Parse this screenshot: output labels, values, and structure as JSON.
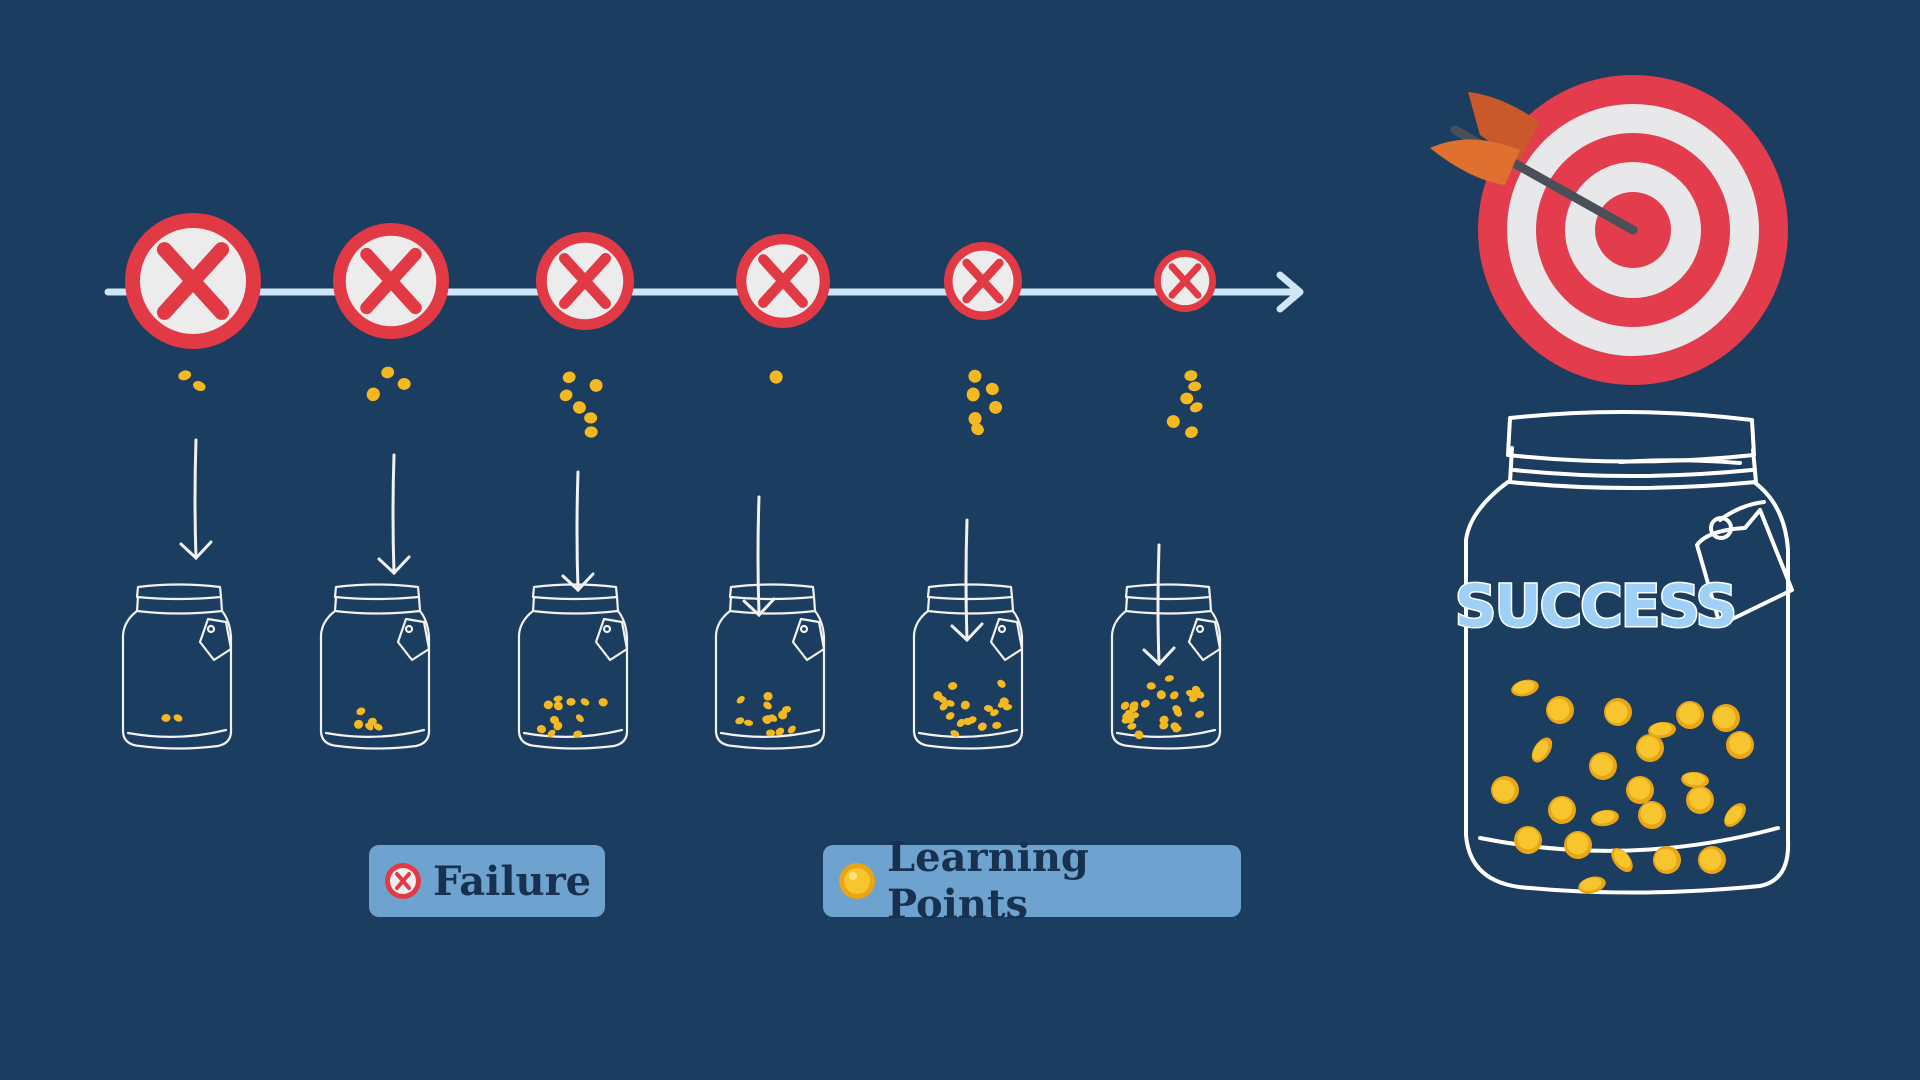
{
  "legend": {
    "failure_label": "Failure",
    "learning_label": "Learning Points"
  },
  "success_label": "SUCCESS",
  "failure_icon": "x-mark-icon",
  "learning_icon": "coin-icon",
  "colors": {
    "background": "#1b3d5f",
    "failure_red": "#e23a45",
    "coin_gold": "#f5b820",
    "timeline": "#cfe6f7",
    "legend_bg": "#6ea2cf",
    "target_red": "#e33c4d",
    "arrow_fletch": "#d4662c"
  },
  "stages": [
    {
      "coins_falling": 2,
      "coins_in_jar": 2
    },
    {
      "coins_falling": 3,
      "coins_in_jar": 5
    },
    {
      "coins_falling": 6,
      "coins_in_jar": 12
    },
    {
      "coins_falling": 1,
      "coins_in_jar": 13
    },
    {
      "coins_falling": 6,
      "coins_in_jar": 20
    },
    {
      "coins_falling": 6,
      "coins_in_jar": 26
    }
  ],
  "success_jar": {
    "coins": 24
  }
}
